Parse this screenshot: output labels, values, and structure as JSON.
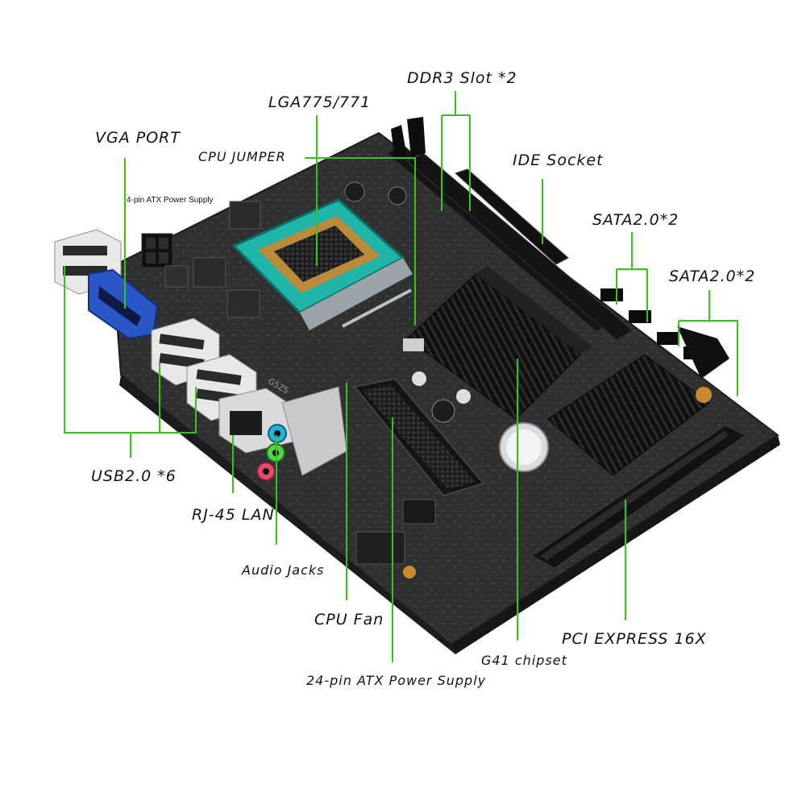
{
  "colors": {
    "leader_line": "#39c21a",
    "board": "#2b2d2e",
    "heatsink": "#151617",
    "socket_frame": "#1fb5a8",
    "vga_port": "#2b56c8"
  },
  "labels": {
    "ddr3": "DDR3 Slot *2",
    "lga": "LGA775/771",
    "vga": "VGA PORT",
    "cpu_jumper": "CPU JUMPER",
    "ide": "IDE Socket",
    "atx4": "4-pin ATX  Power Supply",
    "sata_a": "SATA2.0*2",
    "sata_b": "SATA2.0*2",
    "usb": "USB2.0 *6",
    "rj45": "RJ-45 LAN",
    "audio": "Audio Jacks",
    "cpu_fan": "CPU Fan",
    "atx24": "24-pin ATX  Power Supply",
    "g41": "G41 chipset",
    "pcie": "PCI EXPRESS 16X"
  },
  "board_text": "G5ZS"
}
